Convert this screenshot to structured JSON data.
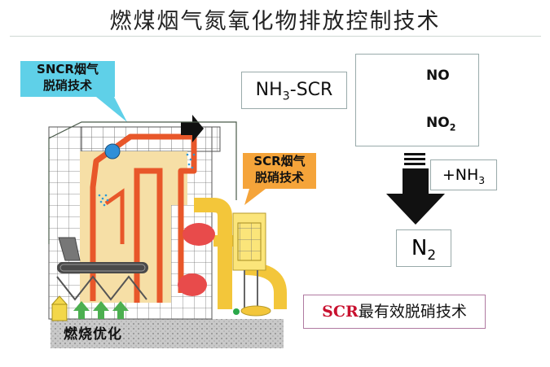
{
  "title": "燃煤烟气氮氧化物排放控制技术",
  "callouts": {
    "sncr_line1": "SNCR烟气",
    "sncr_line2": "脱硝技术",
    "scr_line1": "SCR烟气",
    "scr_line2": "脱硝技术",
    "combustion": "燃烧优化"
  },
  "reaction": {
    "formula_prefix": "NH",
    "formula_sub": "3",
    "formula_suffix": "-SCR",
    "gas_no": "NO",
    "gas_no2_prefix": "NO",
    "gas_no2_sub": "2",
    "reagent_prefix": "+NH",
    "reagent_sub": "3",
    "product_prefix": "N",
    "product_sub": "2"
  },
  "summary": {
    "highlight": "SCR",
    "text": "最有效脱硝技术"
  },
  "colors": {
    "sncr_callout": "#5fd0e8",
    "scr_callout": "#f5a43a",
    "furnace_wall": "#e8572a",
    "furnace_fill": "#f6dfa6",
    "duct": "#f3c63a",
    "no_nitrogen": "#2c3fb0",
    "no_oxygen": "#d11f2a",
    "highlight_text": "#c8102e"
  }
}
